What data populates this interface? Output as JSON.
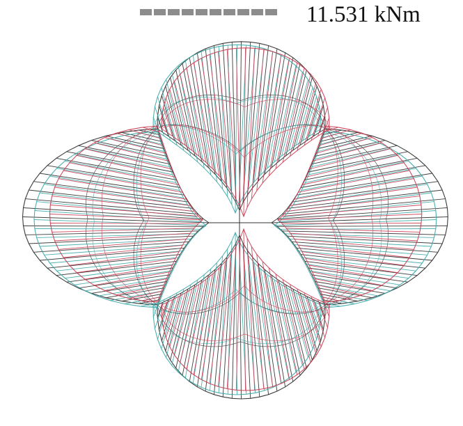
{
  "legend": {
    "value_label": "11.531 kNm"
  },
  "diagram": {
    "type": "bending-moment-envelope",
    "lobes": [
      "top",
      "bottom",
      "left",
      "right"
    ],
    "layers": [
      {
        "name": "black",
        "color": "#1a1a1a"
      },
      {
        "name": "teal",
        "color": "#3aa8a8"
      },
      {
        "name": "red",
        "color": "#c8384e"
      }
    ]
  }
}
